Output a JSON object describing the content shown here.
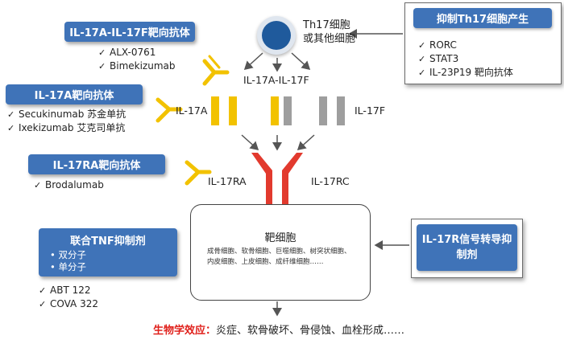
{
  "boxes": {
    "il17a_17f": "IL-17A-IL-17F靶向抗体",
    "il17a": "IL-17A靶向抗体",
    "il17ra": "IL-17RA靶向抗体",
    "tnf": "联合TNF抑制剂",
    "th17_inhibit": "抑制Th17细胞产生",
    "il17r_signal": "IL-17R信号转导抑制剂"
  },
  "lists": {
    "il17a_17f": [
      "ALX-0761",
      "Bimekizumab"
    ],
    "il17a": [
      "Secukinumab 苏金单抗",
      "Ixekizumab 艾克司单抗"
    ],
    "il17ra": [
      "Brodalumab"
    ],
    "tnf_types": [
      "双分子",
      "单分子"
    ],
    "tnf_drugs": [
      "ABT 122",
      "COVA 322"
    ],
    "th17": [
      "RORC",
      "STAT3",
      "IL-23P19 靶向抗体"
    ]
  },
  "labels": {
    "th17_cell_line1": "Th17细胞",
    "th17_cell_line2": "或其他细胞",
    "il17a_il17f": "IL-17A-IL-17F",
    "il17a": "IL-17A",
    "il17f": "IL-17F",
    "il17ra": "IL-17RA",
    "il17rc": "IL-17RC",
    "target_title": "靶细胞",
    "target_desc": "成骨细胞、软骨细胞、巨噬细胞、树突状细胞、内皮细胞、上皮细胞、成纤维细胞……",
    "effect_label": "生物学效应：",
    "effect_text": "炎症、软骨破坏、骨侵蚀、血栓形成……"
  },
  "colors": {
    "box_blue": "#3f73b8",
    "il17a_yellow": "#f2c200",
    "il17f_gray": "#9e9e9e",
    "receptor_red": "#e23a2e",
    "cell_blue": "#1f5a9c",
    "effect_red": "#e0201b"
  }
}
